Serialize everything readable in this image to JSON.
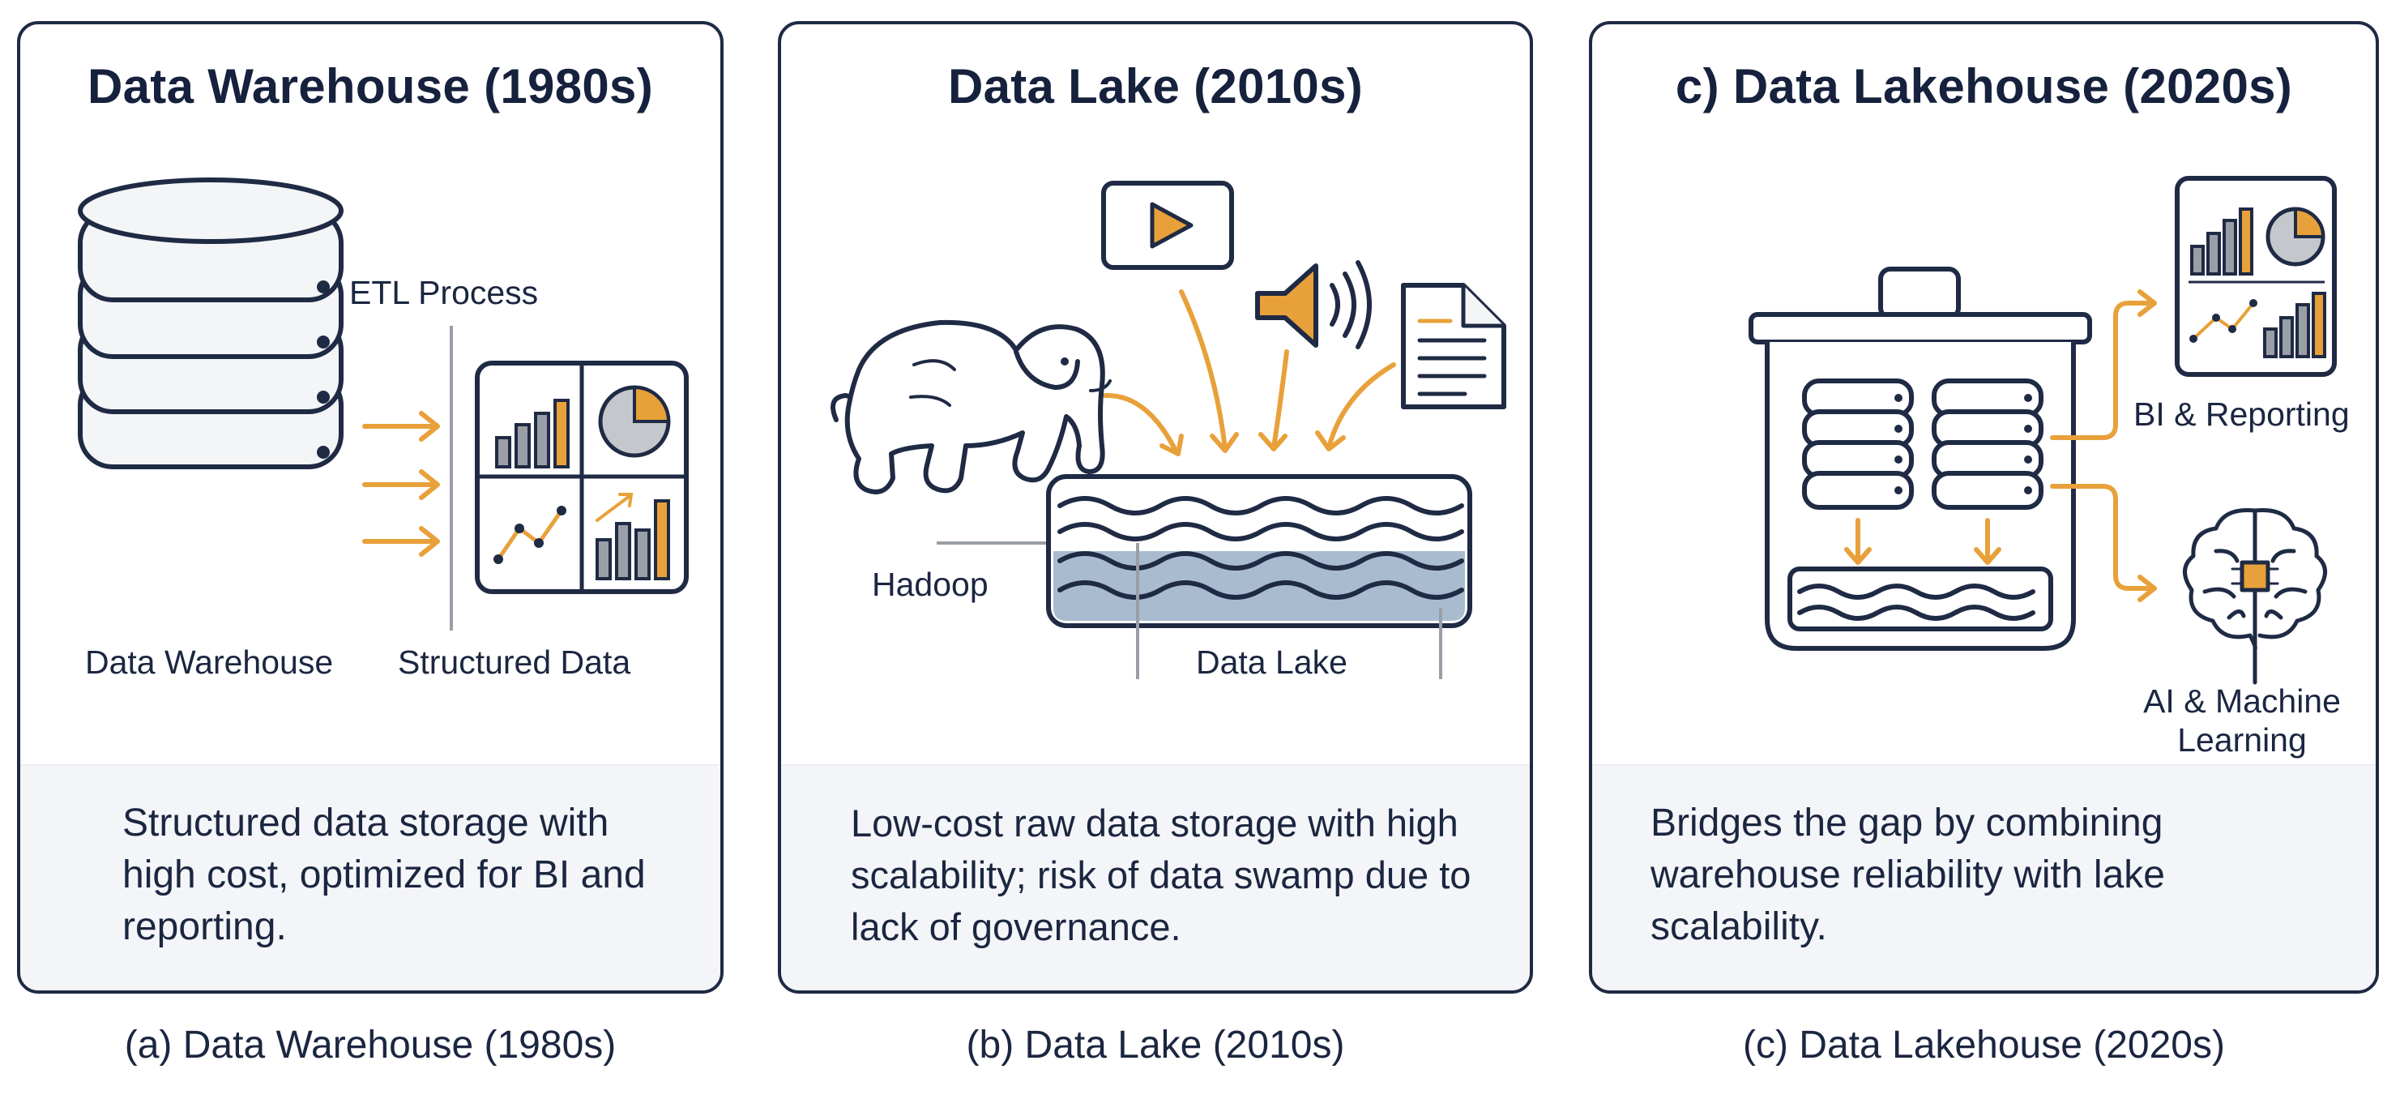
{
  "panels": [
    {
      "title": "Data Warehouse (1980s)",
      "labels": {
        "etl": "ETL Process",
        "warehouse": "Data Warehouse",
        "structured": "Structured Data"
      },
      "description": "Structured data storage with high cost, optimized for BI and reporting.",
      "caption": "(a) Data Warehouse (1980s)"
    },
    {
      "title": "Data Lake (2010s)",
      "labels": {
        "hadoop": "Hadoop",
        "lake": "Data Lake"
      },
      "description": "Low-cost raw data storage with high scalability; risk of data swamp due to lack of governance.",
      "caption": "(b) Data Lake (2010s)"
    },
    {
      "title": "c) Data Lakehouse (2020s)",
      "labels": {
        "bi": "BI & Reporting",
        "ai_line1": "AI & Machine",
        "ai_line2": "Learning"
      },
      "description": "Bridges the gap by combining warehouse reliability with lake scalability.",
      "caption": "(c) Data Lakehouse (2020s)"
    }
  ],
  "colors": {
    "accent": "#e8a13a",
    "stroke": "#1f2a44",
    "water": "#a9bccf",
    "gray": "#9a9ea6"
  },
  "icons": [
    "database-icon",
    "dashboard-icon",
    "play-icon",
    "speaker-icon",
    "document-icon",
    "elephant-icon",
    "water-icon",
    "lakehouse-container-icon",
    "brain-chip-icon"
  ]
}
